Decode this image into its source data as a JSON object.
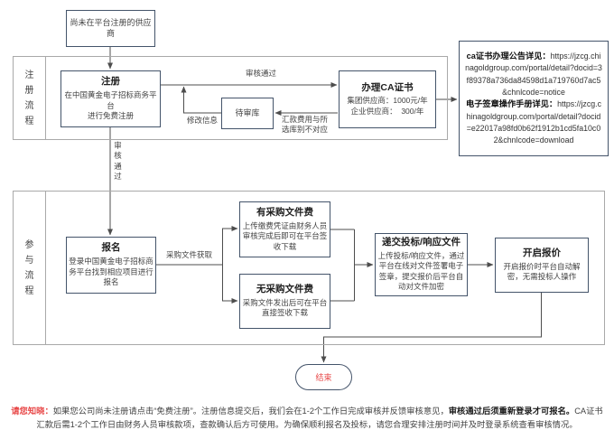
{
  "colors": {
    "border-dark": "#44546A",
    "border-light": "#A9A9A9",
    "line": "#4D4D4D",
    "title-text": "#212121",
    "body-text": "#424242",
    "red": "#E84A4A"
  },
  "top_node": {
    "label": "尚未在平台注册的供应商"
  },
  "lanes": {
    "register_label": "注\n册\n流\n程",
    "participate_label": "参\n与\n流\n程"
  },
  "nodes": {
    "register": {
      "title": "注册",
      "body": "在中国黄金电子招标商务平台\n进行免费注册"
    },
    "pending": {
      "title": "待审库"
    },
    "ca": {
      "title": "办理CA证书",
      "price1": "集团供应商：1000元/年",
      "price2": "企业供应商：  300/年"
    },
    "signup": {
      "title": "报名",
      "body": "登录中国黄金电子招标商\n务平台找到相应项目进行\n报名"
    },
    "fee": {
      "title": "有采购文件费",
      "body": "上传缴费凭证由财务人员\n审核完成后即可在平台签\n收下载"
    },
    "nofee": {
      "title": "无采购文件费",
      "body": "采购文件发出后可在平台\n直接签收下载"
    },
    "submit": {
      "title": "递交投标/响应文件",
      "body": "上传投标/响应文件，通过\n平台在线对文件签署电子\n签章，提交报价后平台自\n动对文件加密"
    },
    "open": {
      "title": "开启报价",
      "body": "开启报价时平台自动解\n密，无需投标人操作"
    },
    "end": {
      "label": "结束"
    }
  },
  "info_box": {
    "notice_label": "ca证书办理公告详见：",
    "notice_url": "https://jzcg.chinagoldgroup.com/portal/detail?docid=3f89378a736da84598d1a719760d7ac5&chnlcode=notice",
    "manual_label": "电子签章操作手册详见：",
    "manual_url": "https://jzcg.chinagoldgroup.com/portal/detail?docid=e22017a98fd0b62f1912b1cd5fa10c02&chnlcode=download"
  },
  "edge_labels": {
    "approved": "审核通过",
    "modify_info": "修改信息",
    "remit_mismatch": "汇款费用与所\n选库别不对应",
    "approved_vertical": "审\n核\n通\n过",
    "doc_fetch": "采购文件获取"
  },
  "note": {
    "label": "请您知晓：",
    "part1": "如果您公司尚未注册请点击“免费注册”。注册信息提交后，我们会在1-2个工作日完成审核并反馈审核意见，",
    "bold": "审核通过后须重新登录才可报名。",
    "part2": "CA证书汇款后需1-2个工作日由财务人员审核款项，查款确认后方可使用。为确保顺利报名及投标，请您合理安排注册时间并及时登录系统查看审核情况。"
  }
}
